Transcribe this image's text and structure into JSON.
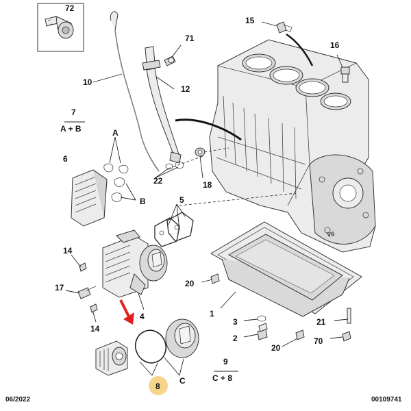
{
  "labels": {
    "p72": "72",
    "p10": "10",
    "p71": "71",
    "p12": "12",
    "p15": "15",
    "p16": "16",
    "p7": "7",
    "p7sub": "A + B",
    "pA": "A",
    "p6": "6",
    "pB": "B",
    "p22": "22",
    "p18": "18",
    "p5": "5",
    "p14a": "14",
    "p17": "17",
    "p14b": "14",
    "p4": "4",
    "p20a": "20",
    "p1": "1",
    "p3": "3",
    "p2": "2",
    "p20b": "20",
    "p21": "21",
    "p70": "70",
    "p9": "9",
    "p9sub": "C + 8",
    "pC": "C",
    "p8": "8"
  },
  "footer": {
    "date": "06/2022",
    "ref": "00109741"
  },
  "colors": {
    "highlight": "#f6d48a",
    "arrow": "#e02020",
    "line": "#222222"
  }
}
